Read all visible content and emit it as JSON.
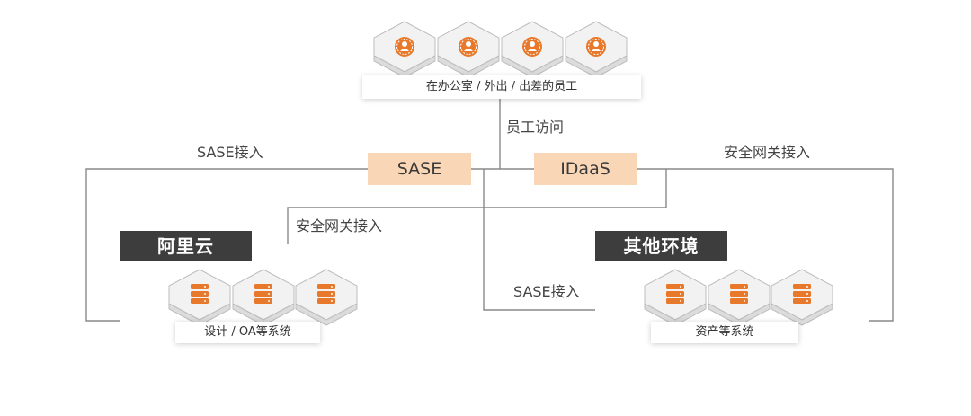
{
  "top_group": {
    "caption": "在办公室 / 外出 / 出差的员工",
    "icons": [
      "employee-icon",
      "employee-icon",
      "employee-icon",
      "employee-icon"
    ]
  },
  "links": {
    "employee_access": "员工访问",
    "sase_left": "SASE接入",
    "gateway_right": "安全网关接入",
    "gateway_mid": "安全网关接入",
    "sase_mid": "SASE接入"
  },
  "hubs": {
    "sase": "SASE",
    "idaas": "IDaaS"
  },
  "aliyun": {
    "title": "阿里云",
    "caption": "设计 / OA等系统",
    "icons": [
      "server-icon",
      "server-icon",
      "server-icon"
    ]
  },
  "other_env": {
    "title": "其他环境",
    "caption": "资产等系统",
    "icons": [
      "server-icon",
      "server-icon",
      "server-icon"
    ]
  },
  "colors": {
    "accent": "#e8782a",
    "hub_fill": "#f9d7b6",
    "tab_fill": "#3d3d3d",
    "line": "#888888"
  }
}
